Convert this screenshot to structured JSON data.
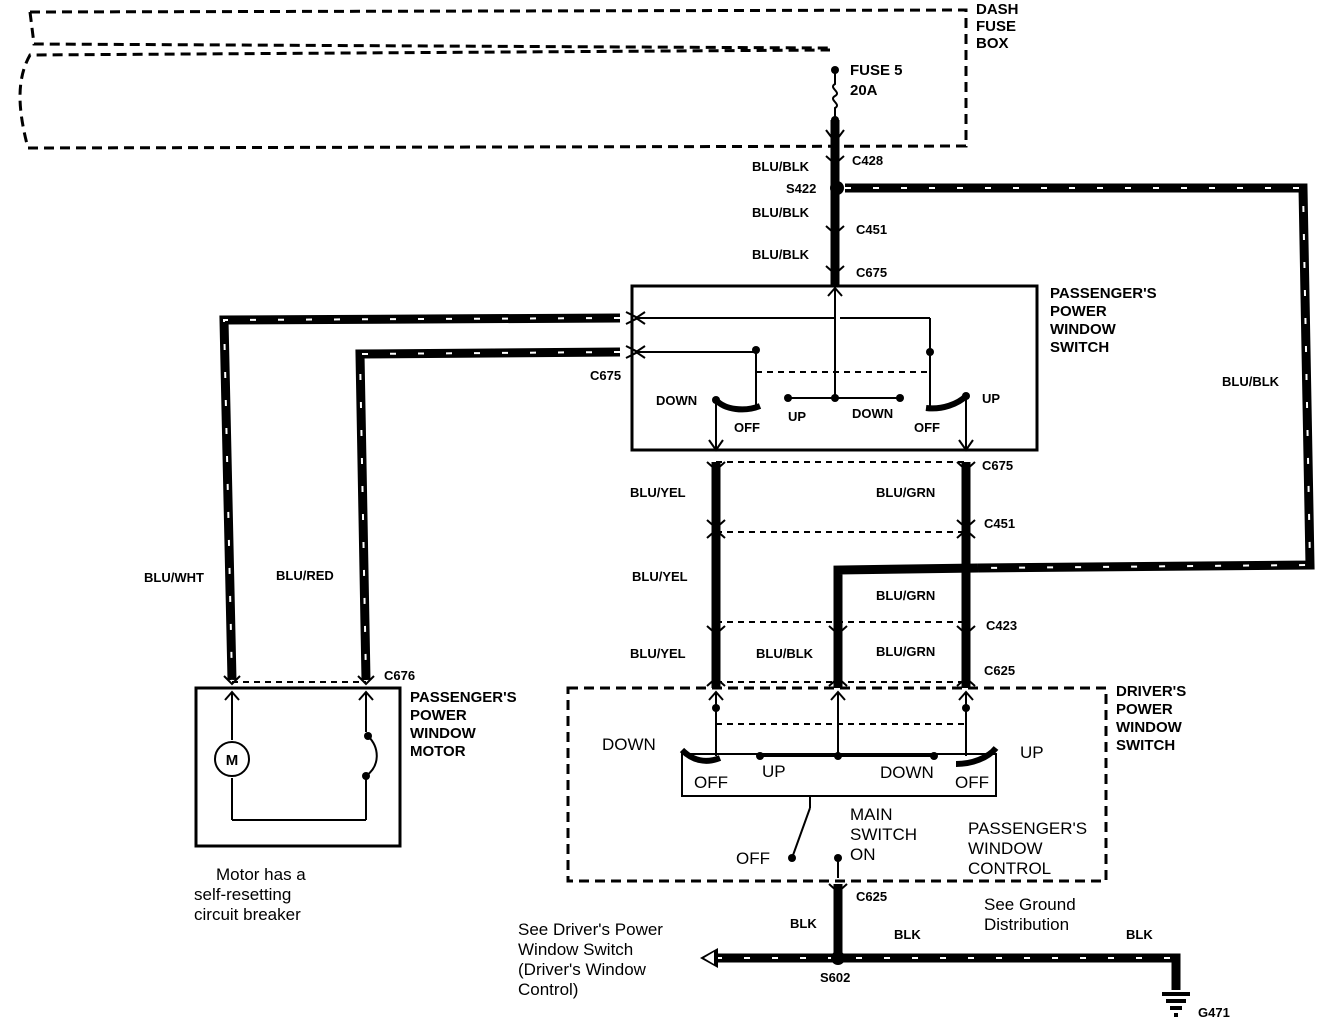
{
  "fuse_box": {
    "label_line1": "DASH",
    "label_line2": "FUSE",
    "label_line3": "BOX"
  },
  "fuse": {
    "name": "FUSE 5",
    "rating": "20A"
  },
  "connectors": {
    "c428": "C428",
    "s422": "S422",
    "c451_top": "C451",
    "c675_top": "C675",
    "c675_left": "C675",
    "c675_mid": "C675",
    "c451_mid": "C451",
    "c423": "C423",
    "c625_top": "C625",
    "c676": "C676",
    "c625_bottom": "C625",
    "s602": "S602",
    "g471": "G471"
  },
  "wires": {
    "blu_blk_1": "BLU/BLK",
    "blu_blk_2": "BLU/BLK",
    "blu_blk_3": "BLU/BLK",
    "blu_blk_right": "BLU/BLK",
    "blu_blk_lower": "BLU/BLK",
    "blu_yel_1": "BLU/YEL",
    "blu_yel_2": "BLU/YEL",
    "blu_yel_3": "BLU/YEL",
    "blu_grn_1": "BLU/GRN",
    "blu_grn_2": "BLU/GRN",
    "blu_grn_3": "BLU/GRN",
    "blu_wht": "BLU/WHT",
    "blu_red": "BLU/RED",
    "blk_1": "BLK",
    "blk_2": "BLK",
    "blk_3": "BLK"
  },
  "passenger_switch": {
    "title_line1": "PASSENGER'S",
    "title_line2": "POWER",
    "title_line3": "WINDOW",
    "title_line4": "SWITCH",
    "down_left": "DOWN",
    "off_left": "OFF",
    "up_left": "UP",
    "down_right": "DOWN",
    "off_right": "OFF",
    "up_right": "UP"
  },
  "passenger_motor": {
    "title_line1": "PASSENGER'S",
    "title_line2": "POWER",
    "title_line3": "WINDOW",
    "title_line4": "MOTOR",
    "motor_symbol": "M"
  },
  "motor_note": {
    "line1": "Motor has a",
    "line2": "self-resetting",
    "line3": "circuit breaker"
  },
  "driver_switch": {
    "title_line1": "DRIVER'S",
    "title_line2": "POWER",
    "title_line3": "WINDOW",
    "title_line4": "SWITCH",
    "down_left": "DOWN",
    "off_left": "OFF",
    "up_left": "UP",
    "down_right": "DOWN",
    "off_right": "OFF",
    "up_right": "UP",
    "main_line1": "MAIN",
    "main_line2": "SWITCH",
    "main_on": "ON",
    "main_off": "OFF",
    "control_line1": "PASSENGER'S",
    "control_line2": "WINDOW",
    "control_line3": "CONTROL"
  },
  "ground_note": {
    "line1": "See Ground",
    "line2": "Distribution"
  },
  "driver_note": {
    "line1": "See Driver's Power",
    "line2": "Window Switch",
    "line3": "(Driver's Window",
    "line4": "Control)"
  }
}
